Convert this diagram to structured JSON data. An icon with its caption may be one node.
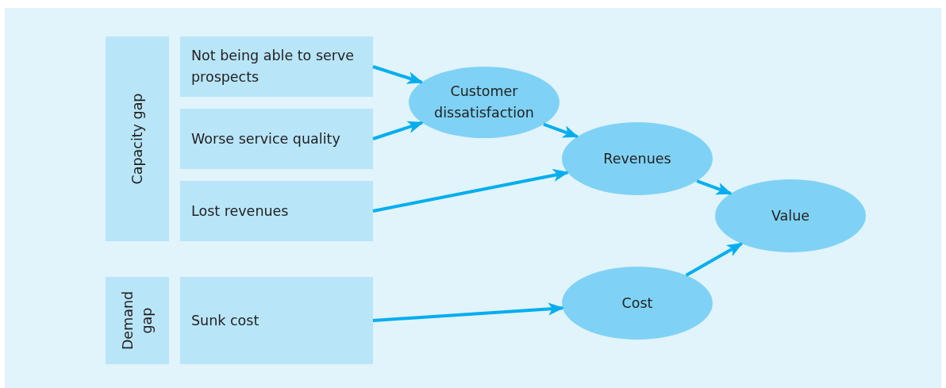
{
  "diagram": {
    "nodes": [
      {
        "text": [
          "Capacity gap"
        ]
      },
      {
        "text": [
          "Not being able to serve prospects"
        ]
      },
      {
        "text": [
          "Worse service quality"
        ]
      },
      {
        "text": [
          "Lost revenues"
        ]
      },
      {
        "text": [
          "Demand gap"
        ]
      },
      {
        "text": [
          "Sunk cost"
        ]
      },
      {
        "text": [
          "Customer dissatisfaction"
        ]
      },
      {
        "text": [
          "Revenues"
        ]
      },
      {
        "text": [
          "Value"
        ]
      },
      {
        "text": [
          "Cost"
        ]
      }
    ],
    "edges": [
      {
        "from": 1,
        "to": 6,
        "arrow": "to"
      },
      {
        "from": 2,
        "to": 6,
        "arrow": "to"
      },
      {
        "from": 6,
        "to": 7,
        "arrow": "to"
      },
      {
        "from": 3,
        "to": 7,
        "arrow": "to"
      },
      {
        "from": 7,
        "to": 8,
        "arrow": "to"
      },
      {
        "from": 5,
        "to": 9,
        "arrow": "to"
      },
      {
        "from": 9,
        "to": 8,
        "arrow": "to"
      }
    ]
  }
}
